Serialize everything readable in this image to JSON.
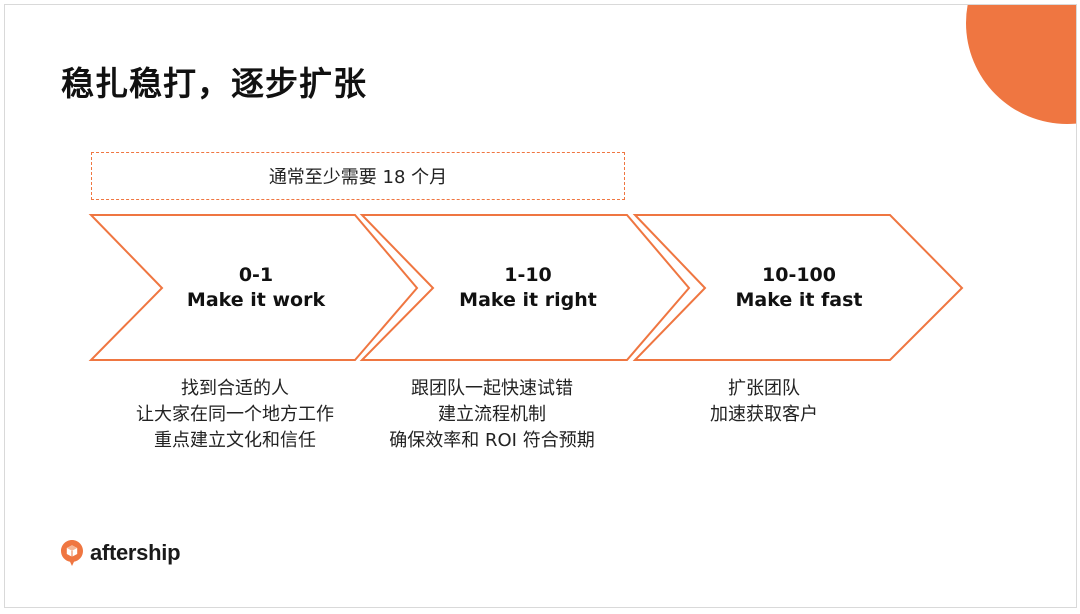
{
  "slide": {
    "title": "稳扎稳打，逐步扩张",
    "duration": "通常至少需要 18 个月",
    "accent_color": "#ef7641"
  },
  "stages": [
    {
      "range": "0-1",
      "motto": "Make it work",
      "details": [
        "找到合适的人",
        "让大家在同一个地方工作",
        "重点建立文化和信任"
      ]
    },
    {
      "range": "1-10",
      "motto": "Make it right",
      "details": [
        "跟团队一起快速试错",
        "建立流程机制",
        "确保效率和 ROI 符合预期"
      ]
    },
    {
      "range": "10-100",
      "motto": "Make it fast",
      "details": [
        "扩张团队",
        "加速获取客户"
      ]
    }
  ],
  "logo": {
    "name": "aftership",
    "icon": "aftership-logo-icon"
  }
}
